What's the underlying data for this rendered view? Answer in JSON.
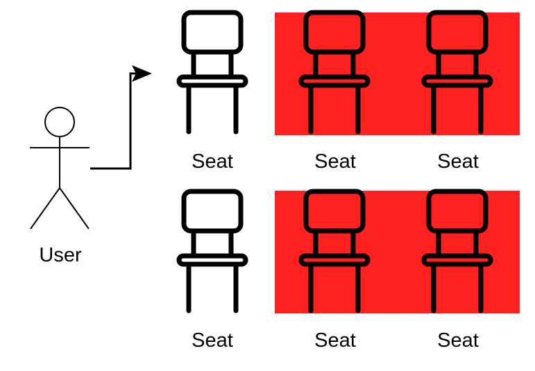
{
  "actor": {
    "label": "User",
    "icon": "stick-figure-icon"
  },
  "seats": {
    "icon": "chair-icon",
    "occupied_color": "#ff2020",
    "rows": [
      [
        {
          "label": "Seat",
          "occupied": false
        },
        {
          "label": "Seat",
          "occupied": true
        },
        {
          "label": "Seat",
          "occupied": true
        }
      ],
      [
        {
          "label": "Seat",
          "occupied": false
        },
        {
          "label": "Seat",
          "occupied": true
        },
        {
          "label": "Seat",
          "occupied": true
        }
      ]
    ]
  }
}
